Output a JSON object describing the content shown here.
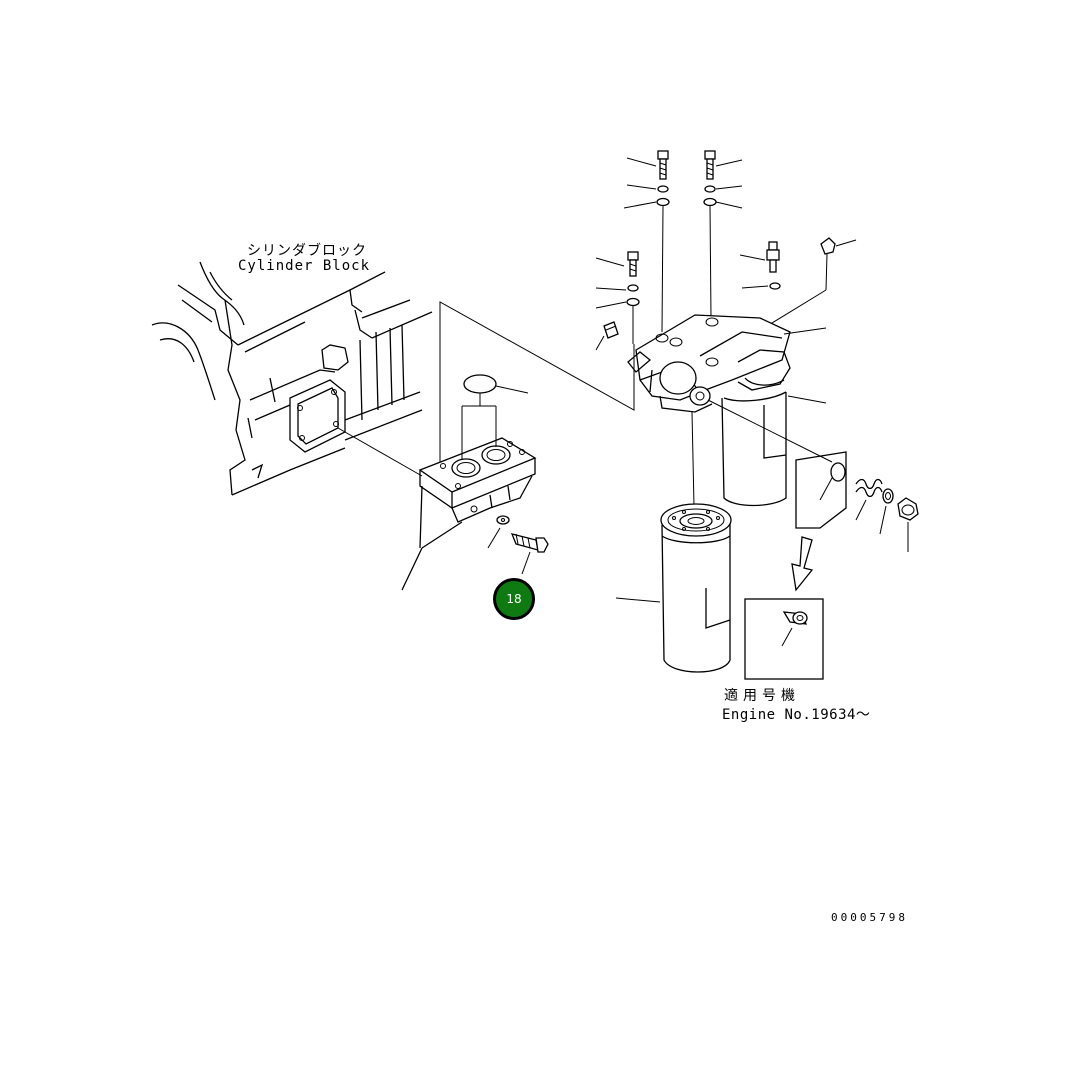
{
  "diagram": {
    "labels": {
      "cylinder_block_jp": "シリンダブロック",
      "cylinder_block_en": "Cylinder Block",
      "applicable_jp": "適用号機",
      "engine_no": "Engine No.19634～",
      "drawing_number": "00005798"
    },
    "callouts": [
      {
        "number": "18",
        "color": "#0f7a12"
      }
    ]
  }
}
